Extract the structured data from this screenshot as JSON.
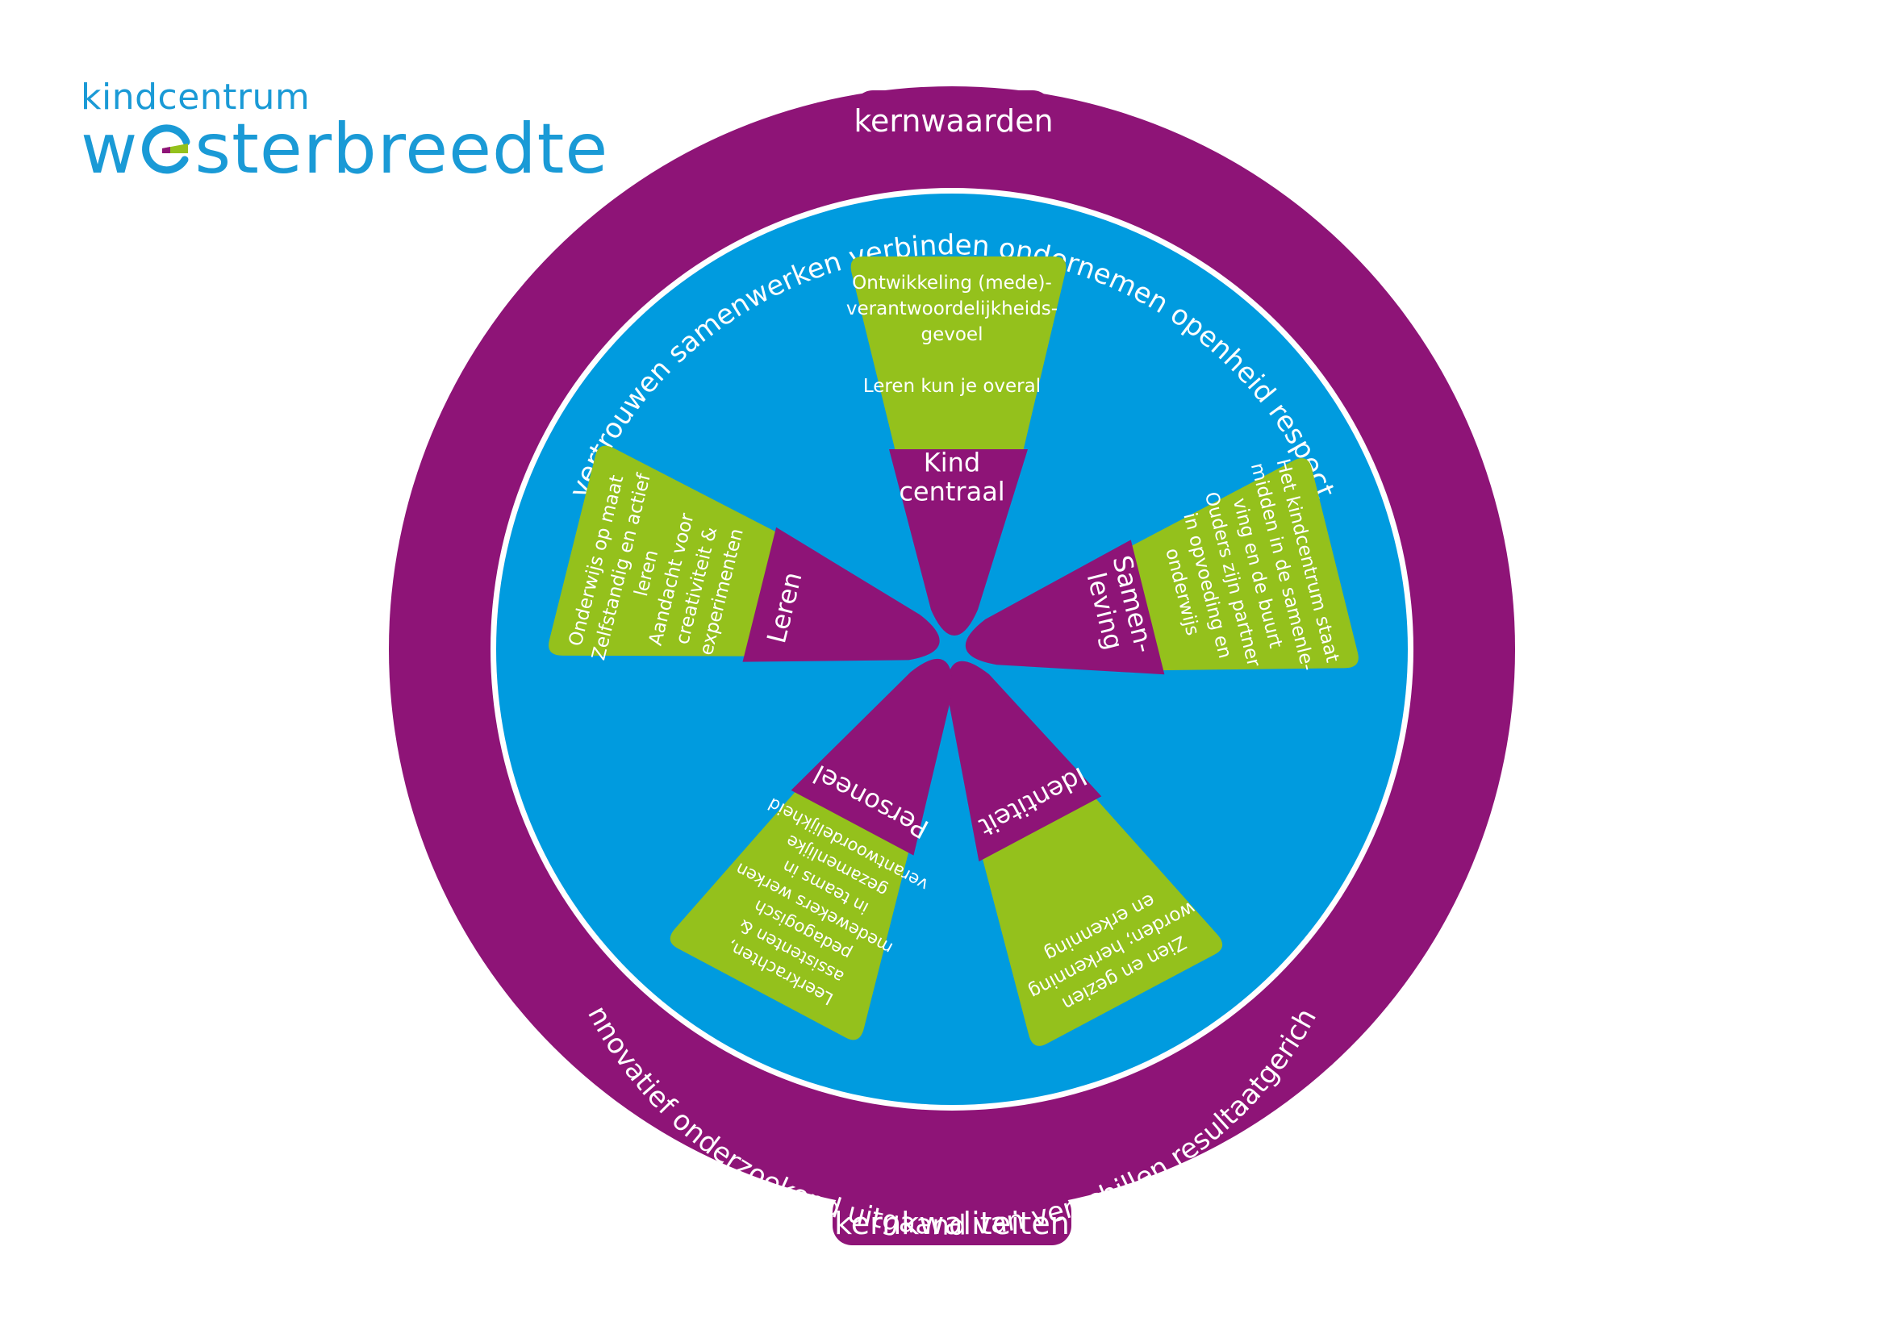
{
  "logo": {
    "subtitle": "kindcentrum",
    "title_w": "w",
    "title_rest": "sterbreedte"
  },
  "ring": {
    "top_badge": "kernwaarden",
    "bottom_badge": "kernkwaliteiten",
    "values_text": "vertrouwen  samenwerken  verbinden  ondernemen  openheid  respect",
    "qualities_text": "innovatief  onderzoekend  uitgaand van verschillen  resultaatgericht"
  },
  "segments": [
    {
      "title_lines": [
        "Kind",
        "centraal"
      ],
      "text_lines": [
        "Ontwikkeling (mede)-",
        "verantwoordelijkheids-",
        "gevoel",
        "",
        "Leren kun je overal"
      ]
    },
    {
      "title_lines": [
        "Samen-",
        "leving"
      ],
      "text_lines": [
        "Het kindcentrum staat",
        "midden in de samenle-",
        "ving en de buurt",
        "Ouders zijn partner",
        "in opvoeding en",
        "onderwijs"
      ]
    },
    {
      "title_lines": [
        "Identiteit"
      ],
      "text_lines": [
        "Zien en gezien",
        "worden; herkenning",
        "en erkenning"
      ]
    },
    {
      "title_lines": [
        "Personeel"
      ],
      "text_lines": [
        "Leerkrachten,",
        "assistenten  &",
        "pedagogisch",
        "medewekers werken",
        "in teams in",
        "gezamenlijke",
        "verantwoordelijkheid"
      ]
    },
    {
      "title_lines": [
        "Leren"
      ],
      "text_lines": [
        "Onderwijs op maat",
        "Zelfstandig en actief",
        "leren",
        "Aandacht voor",
        "creativiteit &",
        "experimenten"
      ]
    }
  ],
  "colors": {
    "purple": "#8e1477",
    "blue": "#009bdf",
    "green": "#94c11c",
    "logo_blue": "#1a9ad6",
    "white": "#ffffff"
  }
}
